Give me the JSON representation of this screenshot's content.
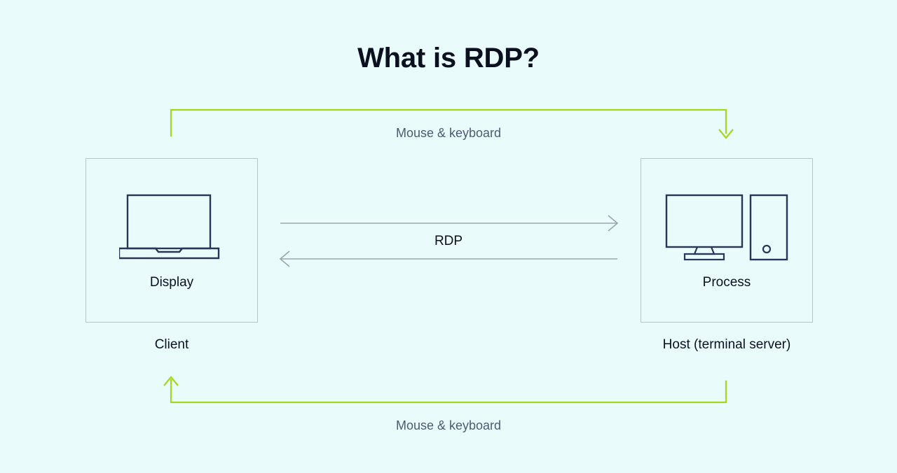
{
  "page": {
    "title": "What is RDP?",
    "background_color": "#eafbfc"
  },
  "colors": {
    "title_text": "#0b1020",
    "box_border": "#b8c6ca",
    "icon_stroke": "#2b3555",
    "green_arrow": "#a3d81f",
    "gray_arrow": "#9aa6ac",
    "flow_label_text": "#4e5a70",
    "node_label_text": "#0b1020"
  },
  "nodes": {
    "client": {
      "caption": "Client",
      "inner_label": "Display",
      "icon": "laptop-icon"
    },
    "host": {
      "caption": "Host (terminal server)",
      "inner_label": "Process",
      "icon": "desktop-computer-tower-icon"
    }
  },
  "flows": {
    "top": {
      "label": "Mouse & keyboard",
      "direction": "client-to-host",
      "color": "#a3d81f"
    },
    "middle": {
      "label": "RDP",
      "direction": "bidirectional",
      "color": "#9aa6ac"
    },
    "bottom": {
      "label": "Mouse & keyboard",
      "direction": "host-to-client",
      "color": "#a3d81f"
    }
  }
}
